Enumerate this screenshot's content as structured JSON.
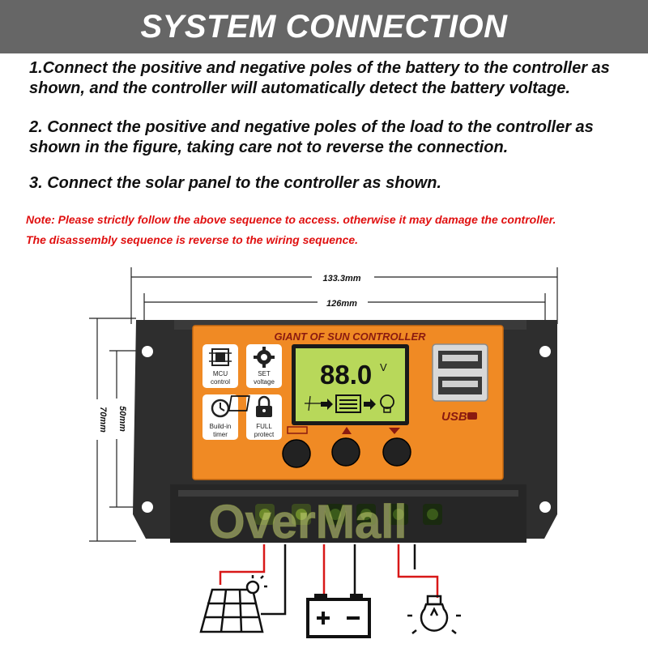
{
  "header": {
    "title": "SYSTEM CONNECTION"
  },
  "instructions": [
    "1.Connect the positive and negative poles of the battery to the controller as shown, and the controller will automatically detect the battery voltage.",
    "2. Connect the positive and negative poles of the load to the controller as shown in the figure, taking care not to reverse the connection.",
    "3. Connect the solar panel to the controller as shown."
  ],
  "notes": [
    "Note: Please strictly follow the above sequence to access. otherwise it may damage the controller.",
    "The disassembly sequence is reverse to the wiring sequence."
  ],
  "dimensions": {
    "outer_width": "133.3mm",
    "inner_width": "126mm",
    "outer_height": "70mm",
    "inner_height": "50mm"
  },
  "controller": {
    "name": "GIANT OF SUN CONTROLLER",
    "features": [
      {
        "icon": "mcu-chip-icon",
        "label_line1": "MCU",
        "label_line2": "control"
      },
      {
        "icon": "gear-icon",
        "label_line1": "SET",
        "label_line2": "voltage"
      },
      {
        "icon": "clock-icon",
        "label_line1": "Build-in",
        "label_line2": "timer"
      },
      {
        "icon": "lock-icon",
        "label_line1": "FULL",
        "label_line2": "protect"
      }
    ],
    "display": {
      "value": "88.0",
      "unit": "V"
    },
    "usb_label": "USB",
    "accent_color": "#f08a24",
    "lcd_color": "#b8d85a",
    "body_color": "#2b2b2b"
  },
  "watermark": "OverMall",
  "colors": {
    "header_bg": "#666666",
    "note_text": "#e01010",
    "wire_red": "#d81818",
    "wire_black": "#111111"
  }
}
